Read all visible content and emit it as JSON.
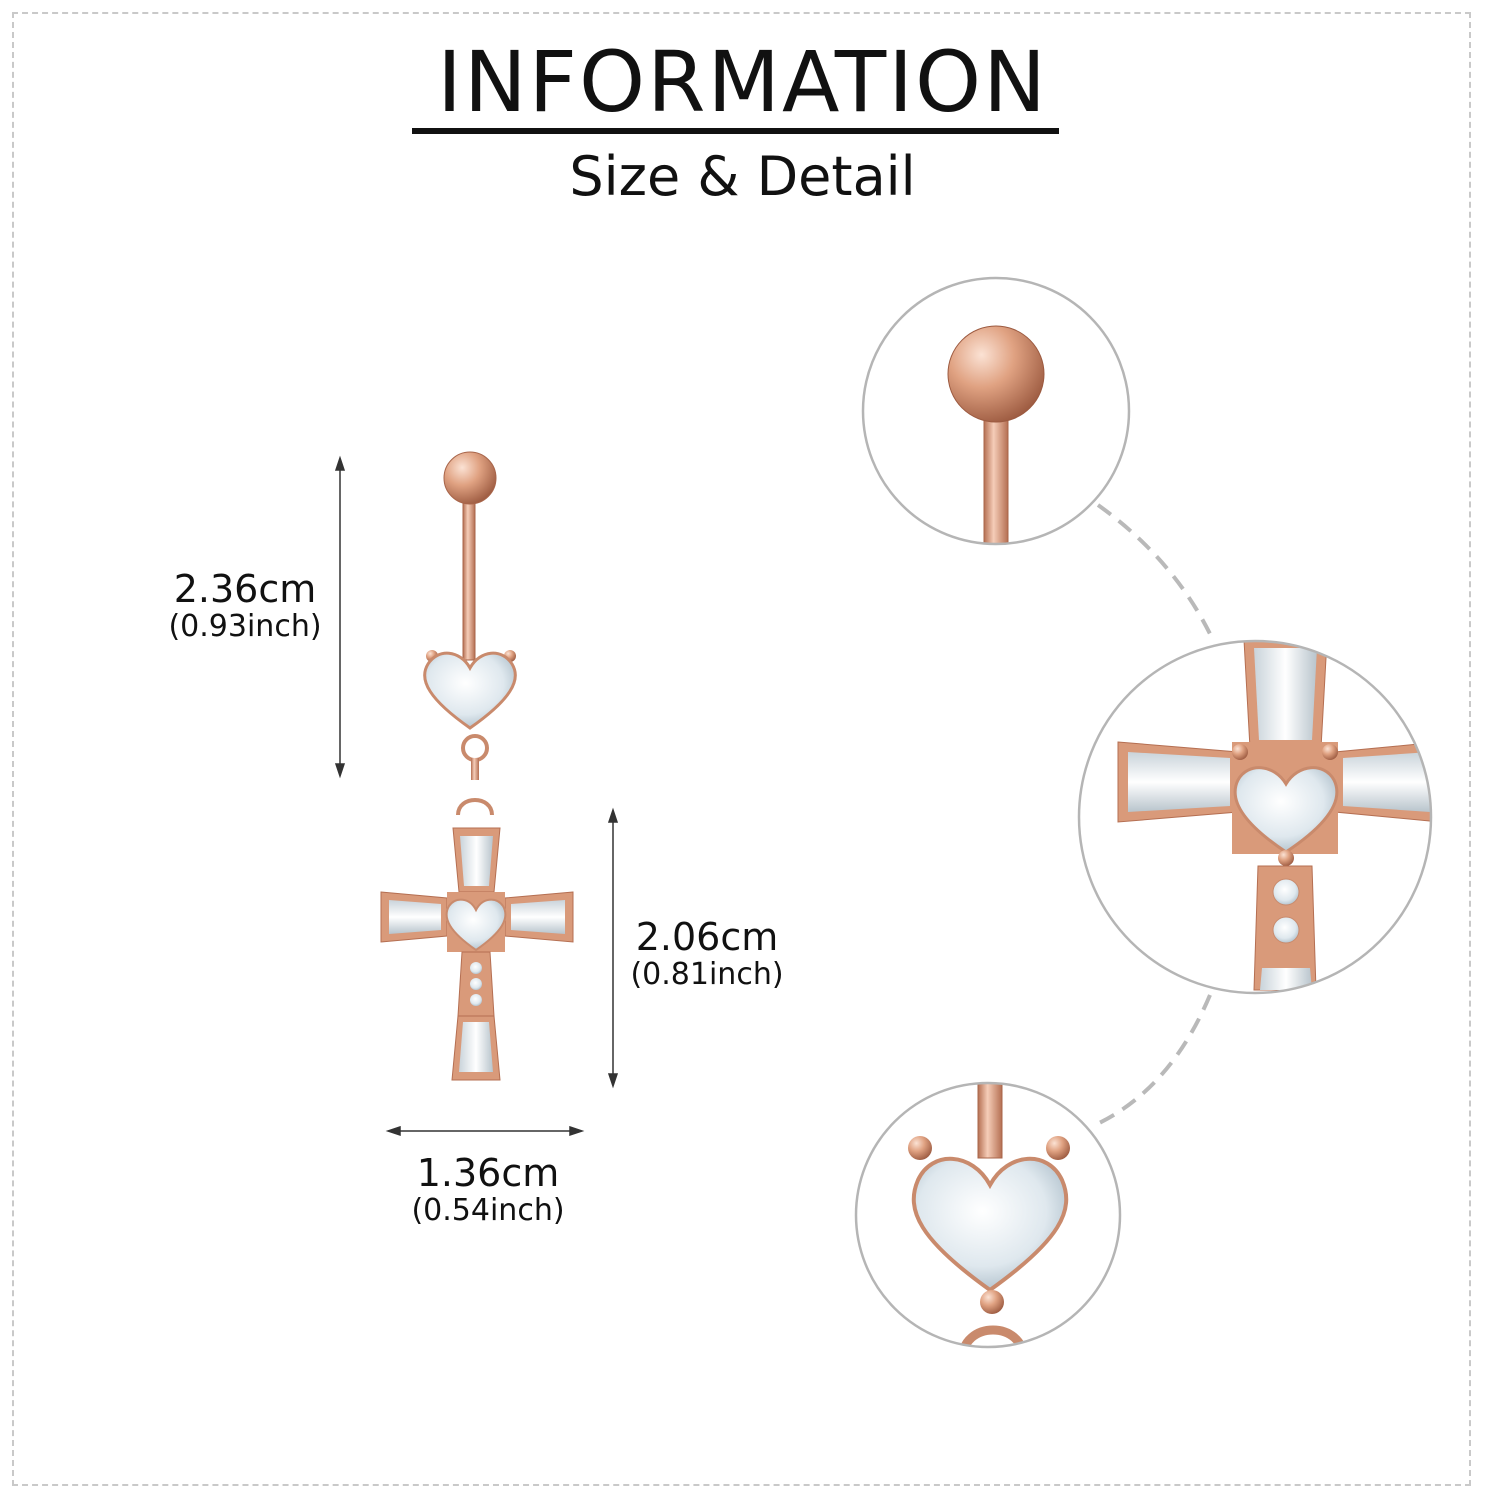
{
  "header": {
    "title": "INFORMATION",
    "subtitle": "Size & Detail"
  },
  "dimensions": {
    "height_top": {
      "cm": "2.36cm",
      "inch": "(0.93inch)"
    },
    "height_cross": {
      "cm": "2.06cm",
      "inch": "(0.81inch)"
    },
    "width_cross": {
      "cm": "1.36cm",
      "inch": "(0.54inch)"
    }
  },
  "colors": {
    "rose_gold": "#d99a7a",
    "rose_gold_dark": "#b56f52",
    "crystal": "#e8eef2",
    "frame_border": "#c9c9c9",
    "connector": "#b9b9b9"
  },
  "detail_views": [
    {
      "name": "ball-top-detail"
    },
    {
      "name": "cross-center-detail"
    },
    {
      "name": "heart-gem-detail"
    }
  ]
}
